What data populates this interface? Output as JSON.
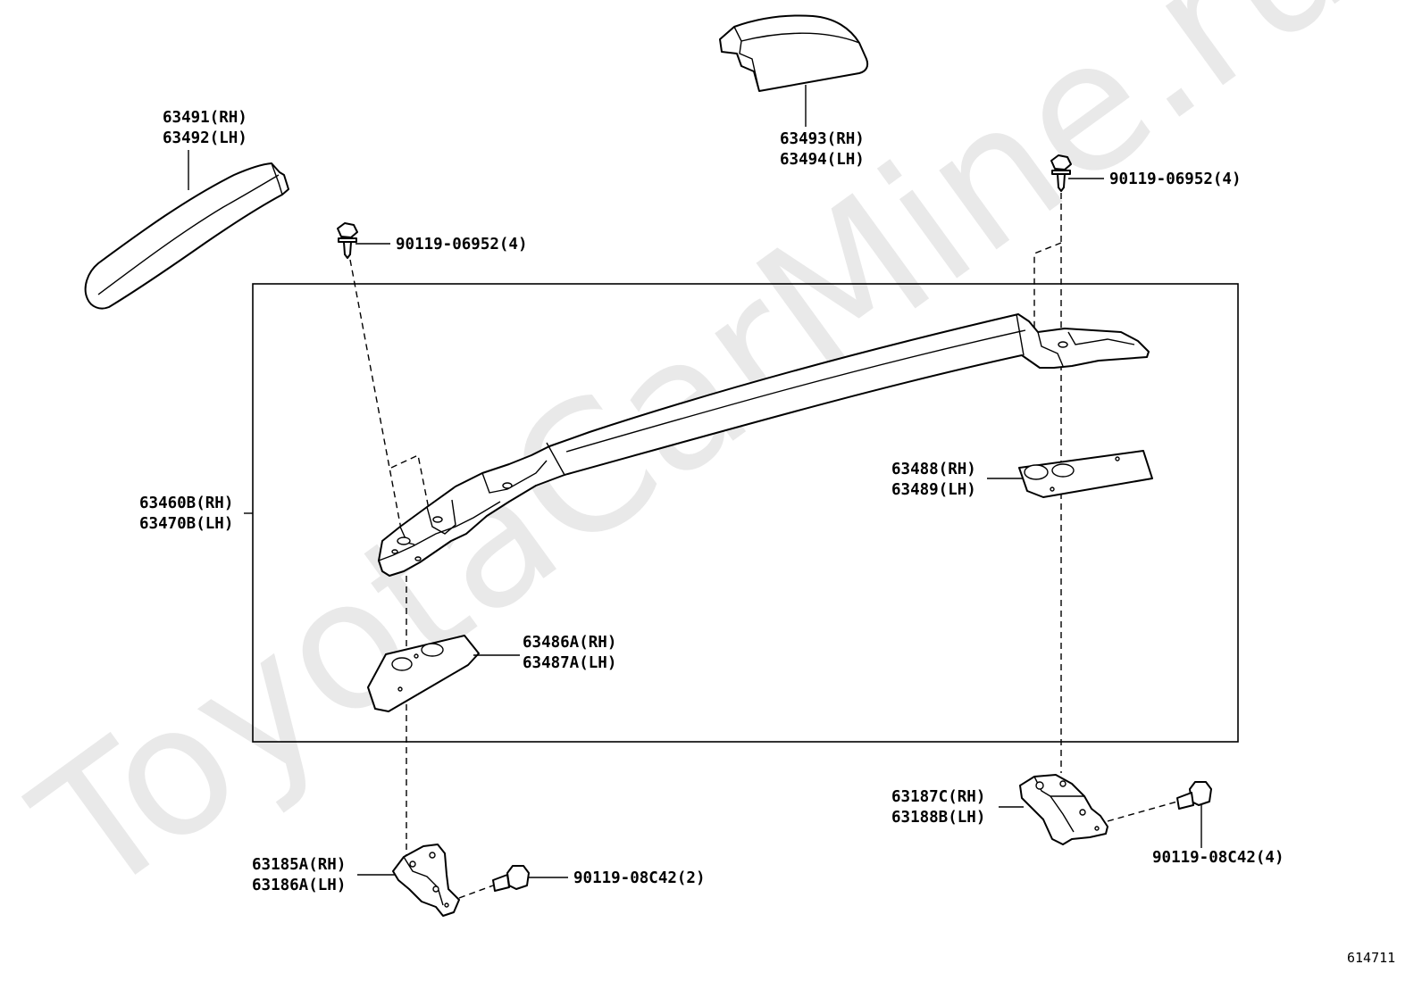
{
  "watermark": "ToyotaCarMine.ru",
  "diagram_id": "614711",
  "labels": {
    "end_cover_front": [
      "63491(RH)",
      "63492(LH)"
    ],
    "end_cover_rear": [
      "63493(RH)",
      "63494(LH)"
    ],
    "screw_front": "90119-06952(4)",
    "screw_rear": "90119-06952(4)",
    "rail_assy": [
      "63460B(RH)",
      "63470B(LH)"
    ],
    "pad_rear": [
      "63488(RH)",
      "63489(LH)"
    ],
    "pad_front": [
      "63486A(RH)",
      "63487A(LH)"
    ],
    "bracket_rear": [
      "63187C(RH)",
      "63188B(LH)"
    ],
    "bolt_rear": "90119-08C42(4)",
    "bracket_front": [
      "63185A(RH)",
      "63186A(LH)"
    ],
    "bolt_front": "90119-08C42(2)"
  }
}
